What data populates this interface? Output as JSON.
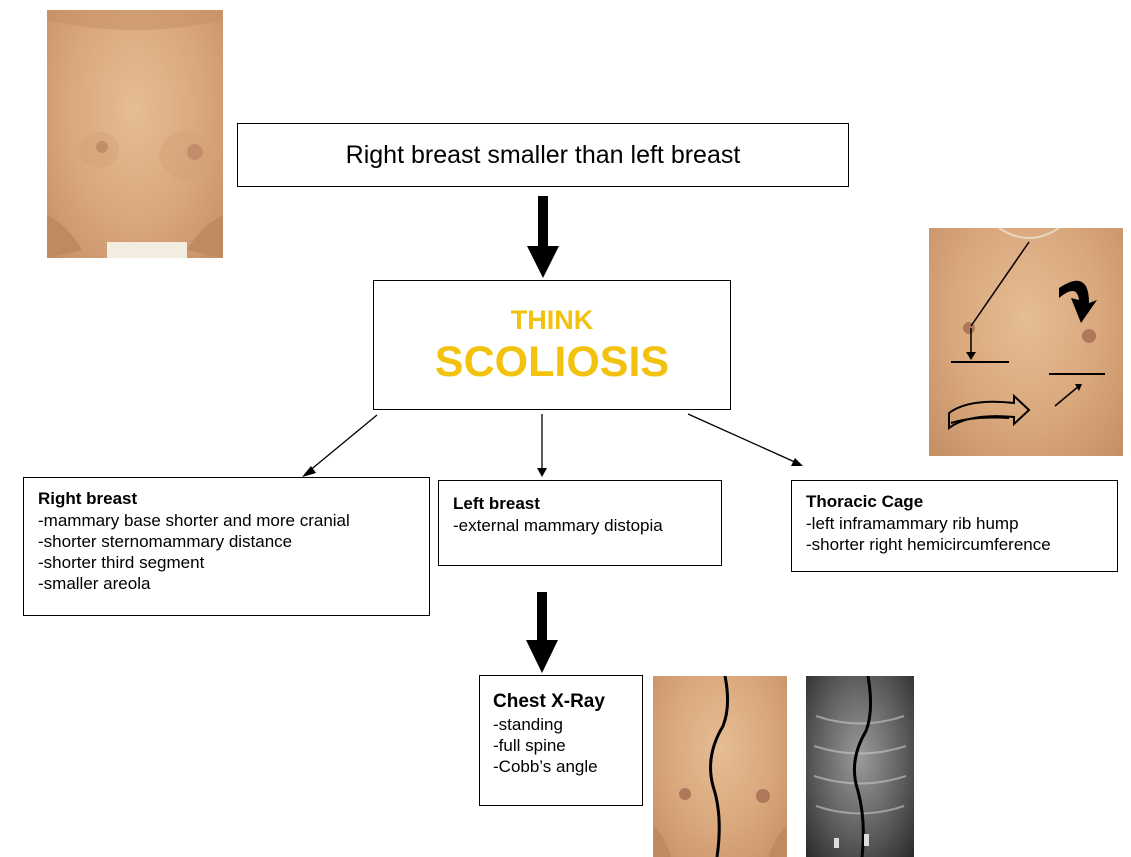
{
  "top_box": {
    "text": "Right breast smaller than left breast"
  },
  "think_box": {
    "line1": "THINK",
    "line2": "SCOLIOSIS",
    "color": "#f2c20f"
  },
  "right_breast": {
    "title": "Right breast",
    "lines": [
      "-mammary base shorter and more cranial",
      "-shorter sternomammary distance",
      "-shorter third segment",
      "-smaller areola"
    ]
  },
  "left_breast": {
    "title": "Left breast",
    "lines": [
      "-external mammary distopia"
    ]
  },
  "thoracic_cage": {
    "title": "Thoracic Cage",
    "lines": [
      "-left inframammary rib hump",
      "-shorter right hemicircumference"
    ]
  },
  "chest_xray": {
    "title": "Chest X-Ray",
    "lines": [
      "-standing",
      "-full spine",
      "-Cobb’s angle"
    ]
  }
}
